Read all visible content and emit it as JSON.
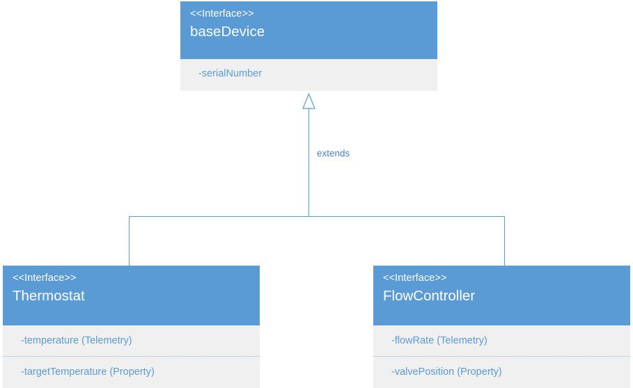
{
  "diagram": {
    "type": "uml-class-diagram",
    "background_color": "#ffffff",
    "accent_color": "#5b9bd5",
    "panel_color": "#f0f0f0",
    "header_text_color": "#ffffff",
    "attribute_text_color": "#5b9bd5",
    "classes": [
      {
        "id": "base-device",
        "stereotype": "<<Interface>>",
        "name": "baseDevice",
        "attributes": [
          "-serialNumber"
        ]
      },
      {
        "id": "thermostat",
        "stereotype": "<<Interface>>",
        "name": "Thermostat",
        "attributes": [
          "-temperature (Telemetry)",
          "-targetTemperature (Property)"
        ]
      },
      {
        "id": "flow-controller",
        "stereotype": "<<Interface>>",
        "name": "FlowController",
        "attributes": [
          "-flowRate (Telemetry)",
          "-valvePosition (Property)"
        ]
      }
    ],
    "relationships": [
      {
        "label": "extends",
        "kind": "generalization",
        "arrow": "hollow-triangle",
        "from": [
          "thermostat",
          "flow-controller"
        ],
        "to": "base-device"
      }
    ]
  }
}
